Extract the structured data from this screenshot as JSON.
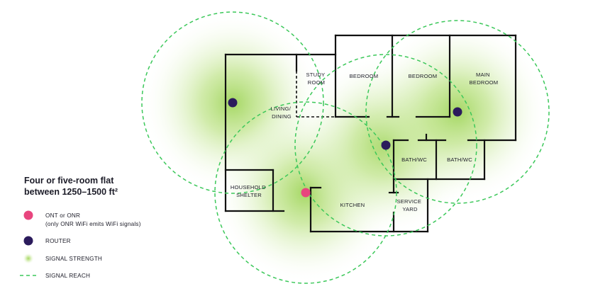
{
  "legend": {
    "title_lines": [
      "Four or five-room flat",
      "between 1250–1500 ft²"
    ],
    "items": [
      {
        "label_lines": [
          "ONT or ONR",
          "(only ONR WiFi emits WiFi signals)"
        ],
        "icon": "ont-dot-icon"
      },
      {
        "label": "ROUTER",
        "icon": "router-dot-icon"
      },
      {
        "label": "SIGNAL STRENGTH",
        "icon": "signal-strength-icon"
      },
      {
        "label": "SIGNAL REACH",
        "icon": "signal-reach-icon"
      }
    ]
  },
  "rooms": [
    {
      "lines": [
        "STUDY",
        "ROOM"
      ]
    },
    {
      "lines": [
        "BEDROOM"
      ]
    },
    {
      "lines": [
        "BEDROOM"
      ]
    },
    {
      "lines": [
        "MAIN",
        "BEDROOM"
      ]
    },
    {
      "lines": [
        "LIVING/",
        "DINING"
      ]
    },
    {
      "lines": [
        "BATH/WC"
      ]
    },
    {
      "lines": [
        "BATH/WC"
      ]
    },
    {
      "lines": [
        "HOUSEHOLD",
        "SHELTER"
      ]
    },
    {
      "lines": [
        "KITCHEN"
      ]
    },
    {
      "lines": [
        "SERVICE",
        "YARD"
      ]
    }
  ],
  "colors": {
    "ont": "#e8457e",
    "router": "#2b1b5c",
    "glow": "#95d048",
    "reach": "#3cc85a",
    "wall": "#111111",
    "text": "#1c1c28"
  }
}
